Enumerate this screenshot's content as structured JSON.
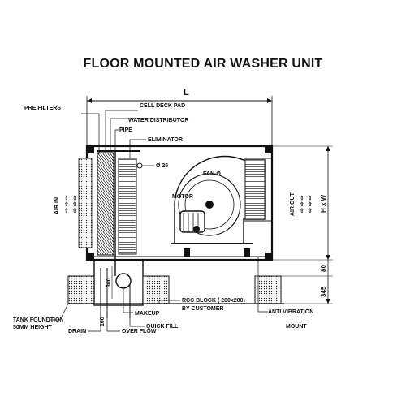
{
  "title": "FLOOR MOUNTED AIR WASHER UNIT",
  "labels": {
    "length": "L",
    "pre_filters": "PRE FILTERS",
    "cell_deck_pad": "CELL DECK PAD",
    "water_distributor": "WATER DISTRIBUTOR",
    "pipe": "PIPE",
    "eliminator": "ELIMINATOR",
    "diameter": "Ø 25",
    "fan": "FAN-Ø",
    "motor": "MOTOR",
    "air_in": "AIR IN",
    "air_out": "AIR OUT",
    "h_x_w": "H x W",
    "dim_80": "80",
    "dim_345": "345",
    "dim_300": "300",
    "dim_100": "100",
    "tank_foundation_1": "TANK FOUNDTION",
    "tank_foundation_2": "50MM HEIGHT",
    "drain": "DRAIN",
    "overflow": "OVER FLOW",
    "makeup": "MAKEUP",
    "quick_fill": "QUICK FILL",
    "rcc_block": "RCC BLOCK ( 200x200)",
    "by_customer": "BY CUSTOMER",
    "anti_vibration_1": "ANTI VIBRATION",
    "anti_vibration_2": "MOUNT"
  },
  "colors": {
    "ink": "#111111",
    "hatch": "#555555",
    "paper": "#ffffff"
  }
}
